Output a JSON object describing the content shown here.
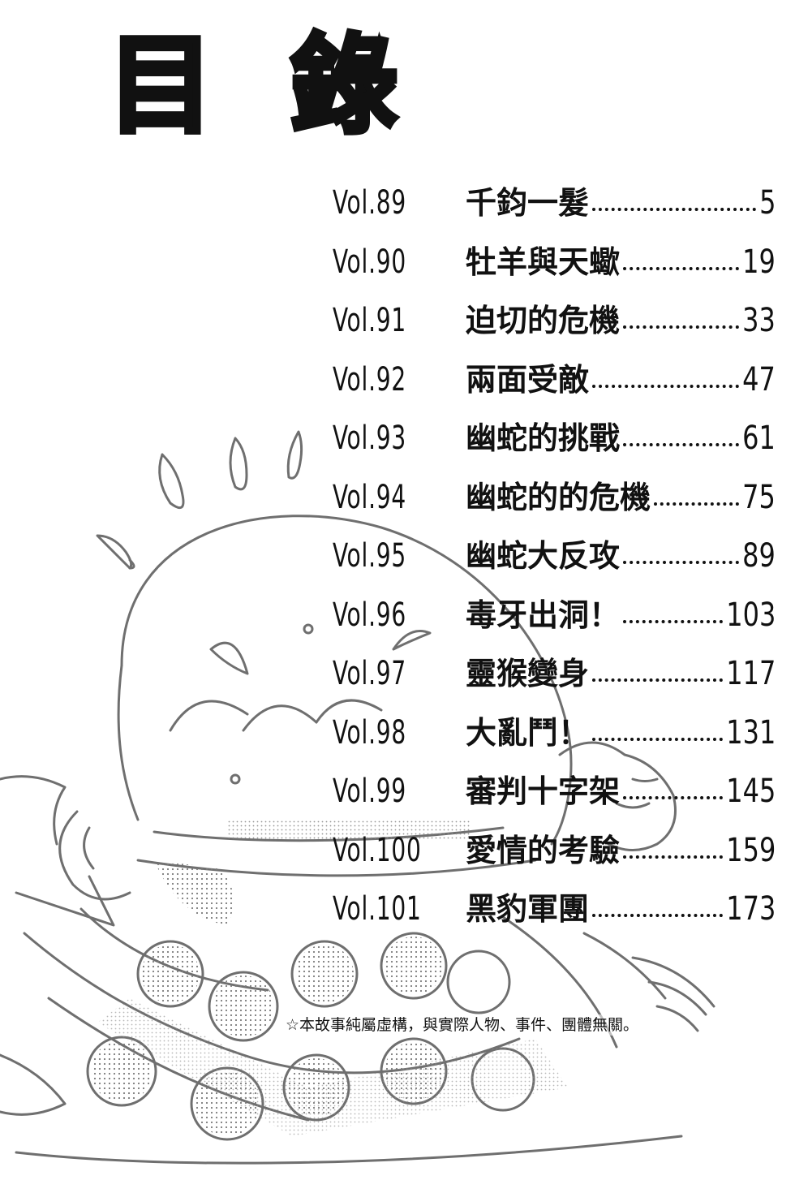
{
  "title": {
    "char1": "目",
    "char2": "錄"
  },
  "toc": [
    {
      "vol": "Vol.89",
      "title": "千鈞一髮",
      "page": "5"
    },
    {
      "vol": "Vol.90",
      "title": "牡羊與天蠍",
      "page": "19"
    },
    {
      "vol": "Vol.91",
      "title": "迫切的危機",
      "page": "33"
    },
    {
      "vol": "Vol.92",
      "title": "兩面受敵",
      "page": "47"
    },
    {
      "vol": "Vol.93",
      "title": "幽蛇的挑戰",
      "page": "61"
    },
    {
      "vol": "Vol.94",
      "title": "幽蛇的的危機",
      "page": "75"
    },
    {
      "vol": "Vol.95",
      "title": "幽蛇大反攻",
      "page": "89"
    },
    {
      "vol": "Vol.96",
      "title": "毒牙出洞！",
      "page": "103"
    },
    {
      "vol": "Vol.97",
      "title": "靈猴變身",
      "page": "117"
    },
    {
      "vol": "Vol.98",
      "title": "大亂鬥！",
      "page": "131"
    },
    {
      "vol": "Vol.99",
      "title": "審判十字架",
      "page": "145"
    },
    {
      "vol": "Vol.100",
      "title": "愛情的考驗",
      "page": "159"
    },
    {
      "vol": "Vol.101",
      "title": "黑豹軍團",
      "page": "173"
    }
  ],
  "disclaimer": "☆本故事純屬虛構，與實際人物、事件、團體無關。",
  "colors": {
    "ink": "#111111",
    "line_art": "#6f6f6f",
    "paper": "#ffffff"
  }
}
